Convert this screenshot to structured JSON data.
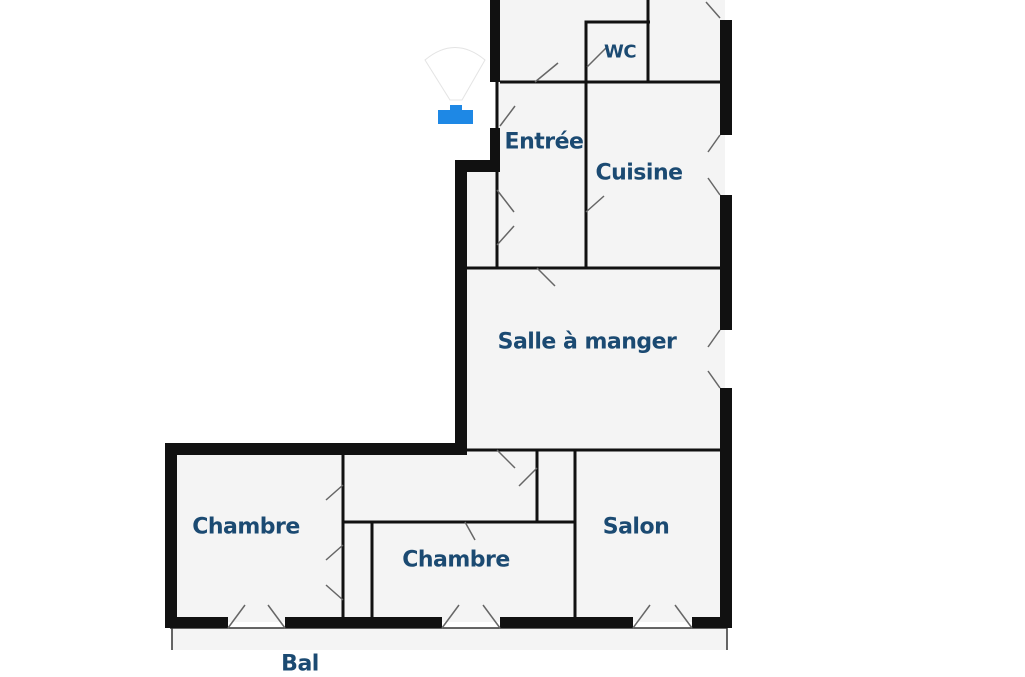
{
  "rooms": {
    "wc": "WC",
    "entree": "Entrée",
    "cuisine": "Cuisine",
    "salle_a_manger": "Salle à manger",
    "chambre_1": "Chambre",
    "chambre_2": "Chambre",
    "salon": "Salon",
    "balcon_partial": "Bal"
  },
  "colors": {
    "wall": "#111111",
    "floor": "#f4f4f4",
    "label": "#1b4a72",
    "marker": "#1e88e5"
  }
}
